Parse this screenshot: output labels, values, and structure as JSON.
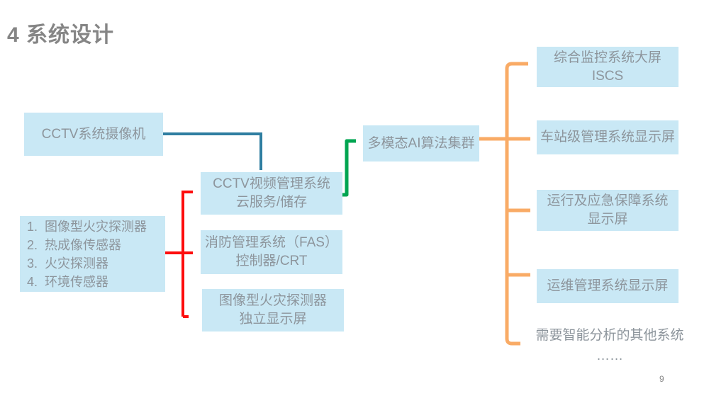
{
  "slide": {
    "title": "4 系统设计",
    "page_number": "9"
  },
  "colors": {
    "box_bg": "#c9e8f5",
    "box_text": "#8d959c",
    "title_text": "#858585",
    "page_number_text": "#8a8a8a",
    "arrow_blue": "#2f7ea1",
    "arrow_red": "#fd0d0d",
    "arrow_green": "#00a551",
    "arrow_orange": "#f9ab66"
  },
  "nodes": {
    "cctv_camera": {
      "label": "CCTV系统摄像机"
    },
    "sensor_list": {
      "items": [
        "1.  图像型火灾探测器",
        "2.  热成像传感器",
        "3.  火灾探测器",
        "4.  环境传感器"
      ]
    },
    "cctv_vms": {
      "line1": "CCTV视频管理系统",
      "line2": "云服务/储存"
    },
    "fas": {
      "line1": "消防管理系统（FAS）",
      "line2": "控制器/CRT"
    },
    "fire_detector_display": {
      "line1": "图像型火灾探测器",
      "line2": "独立显示屏"
    },
    "ai_cluster": {
      "label": "多模态AI算法集群"
    },
    "iscs_screen": {
      "line1": "综合监控系统大屏",
      "line2": "ISCS"
    },
    "station_screen": {
      "label": "车站级管理系统显示屏"
    },
    "emergency_screen": {
      "line1": "运行及应急保障系统",
      "line2": "显示屏"
    },
    "om_screen": {
      "label": "运维管理系统显示屏"
    },
    "other_systems": {
      "line1": "需要智能分析的其他系统",
      "line2": "……"
    }
  }
}
